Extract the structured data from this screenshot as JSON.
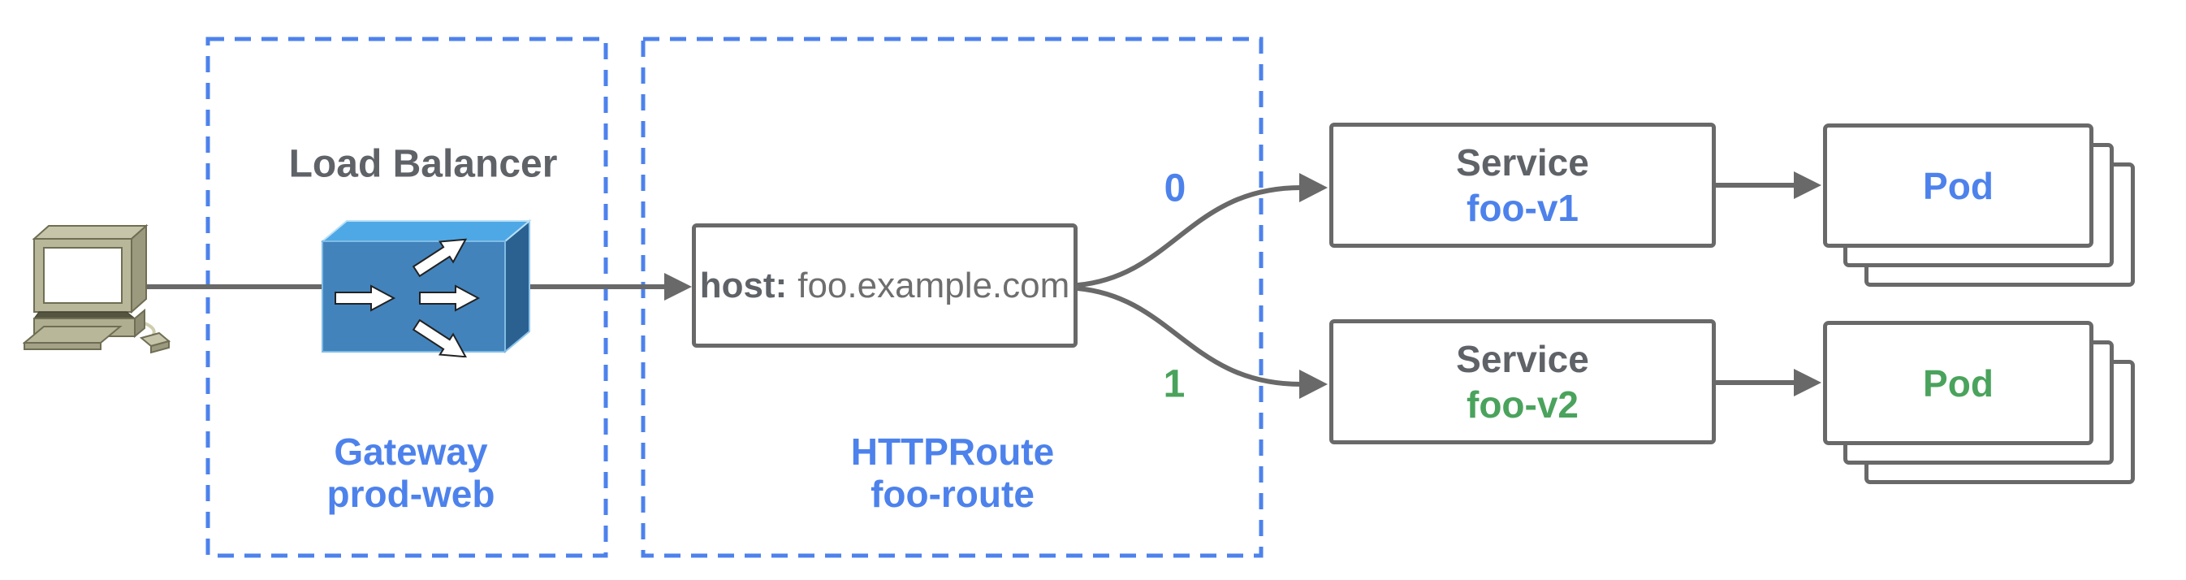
{
  "colors": {
    "accent_blue": "#4d82ec",
    "accent_green": "#4aa35c",
    "text_gray": "#5f6368",
    "line_gray": "#696969",
    "router_icon_blue": "#4283bc",
    "client_icon_khaki": "#b9b79a"
  },
  "client": {
    "icon": "desktop-computer-icon"
  },
  "gateway_group": {
    "title": "Load Balancer",
    "icon": "load-balancer-icon",
    "resource_kind": "Gateway",
    "resource_name": "prod-web"
  },
  "httproute_group": {
    "resource_kind": "HTTPRoute",
    "resource_name": "foo-route",
    "match": {
      "key": "host:",
      "value": "foo.example.com"
    }
  },
  "branches": [
    {
      "weight": "0",
      "color": "#4d82ec"
    },
    {
      "weight": "1",
      "color": "#4aa35c"
    }
  ],
  "services": [
    {
      "kind": "Service",
      "name": "foo-v1",
      "color": "#4d82ec"
    },
    {
      "kind": "Service",
      "name": "foo-v2",
      "color": "#4aa35c"
    }
  ],
  "pods": [
    {
      "label": "Pod",
      "color": "#4d82ec"
    },
    {
      "label": "Pod",
      "color": "#4aa35c"
    }
  ]
}
